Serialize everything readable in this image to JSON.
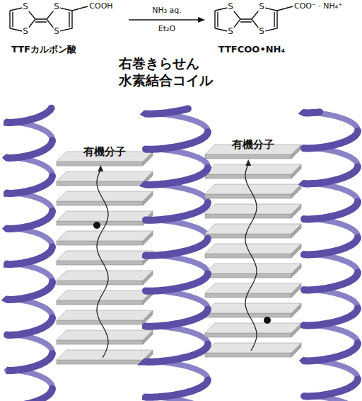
{
  "diagram": {
    "labels": [
      "S",
      "S",
      "S",
      "S",
      "COOH",
      "NH₃ aq.",
      "Et₂O",
      "S",
      "S",
      "S",
      "S",
      "COO⁻ · NH₄⁺",
      "TTFカルボン酸",
      "TTFCOO•NH₄",
      "右巻きらせん 水素結合コイル",
      "有機分子",
      "有機分子"
    ]
  }
}
